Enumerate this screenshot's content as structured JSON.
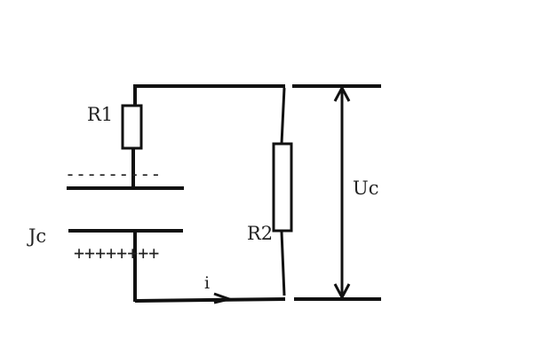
{
  "labels": {
    "r1": "R1",
    "r2": "R2",
    "jc": "Jc",
    "uc": "Uc",
    "current": "i"
  },
  "charges": {
    "negative": "---------",
    "positive": "++++++++"
  }
}
